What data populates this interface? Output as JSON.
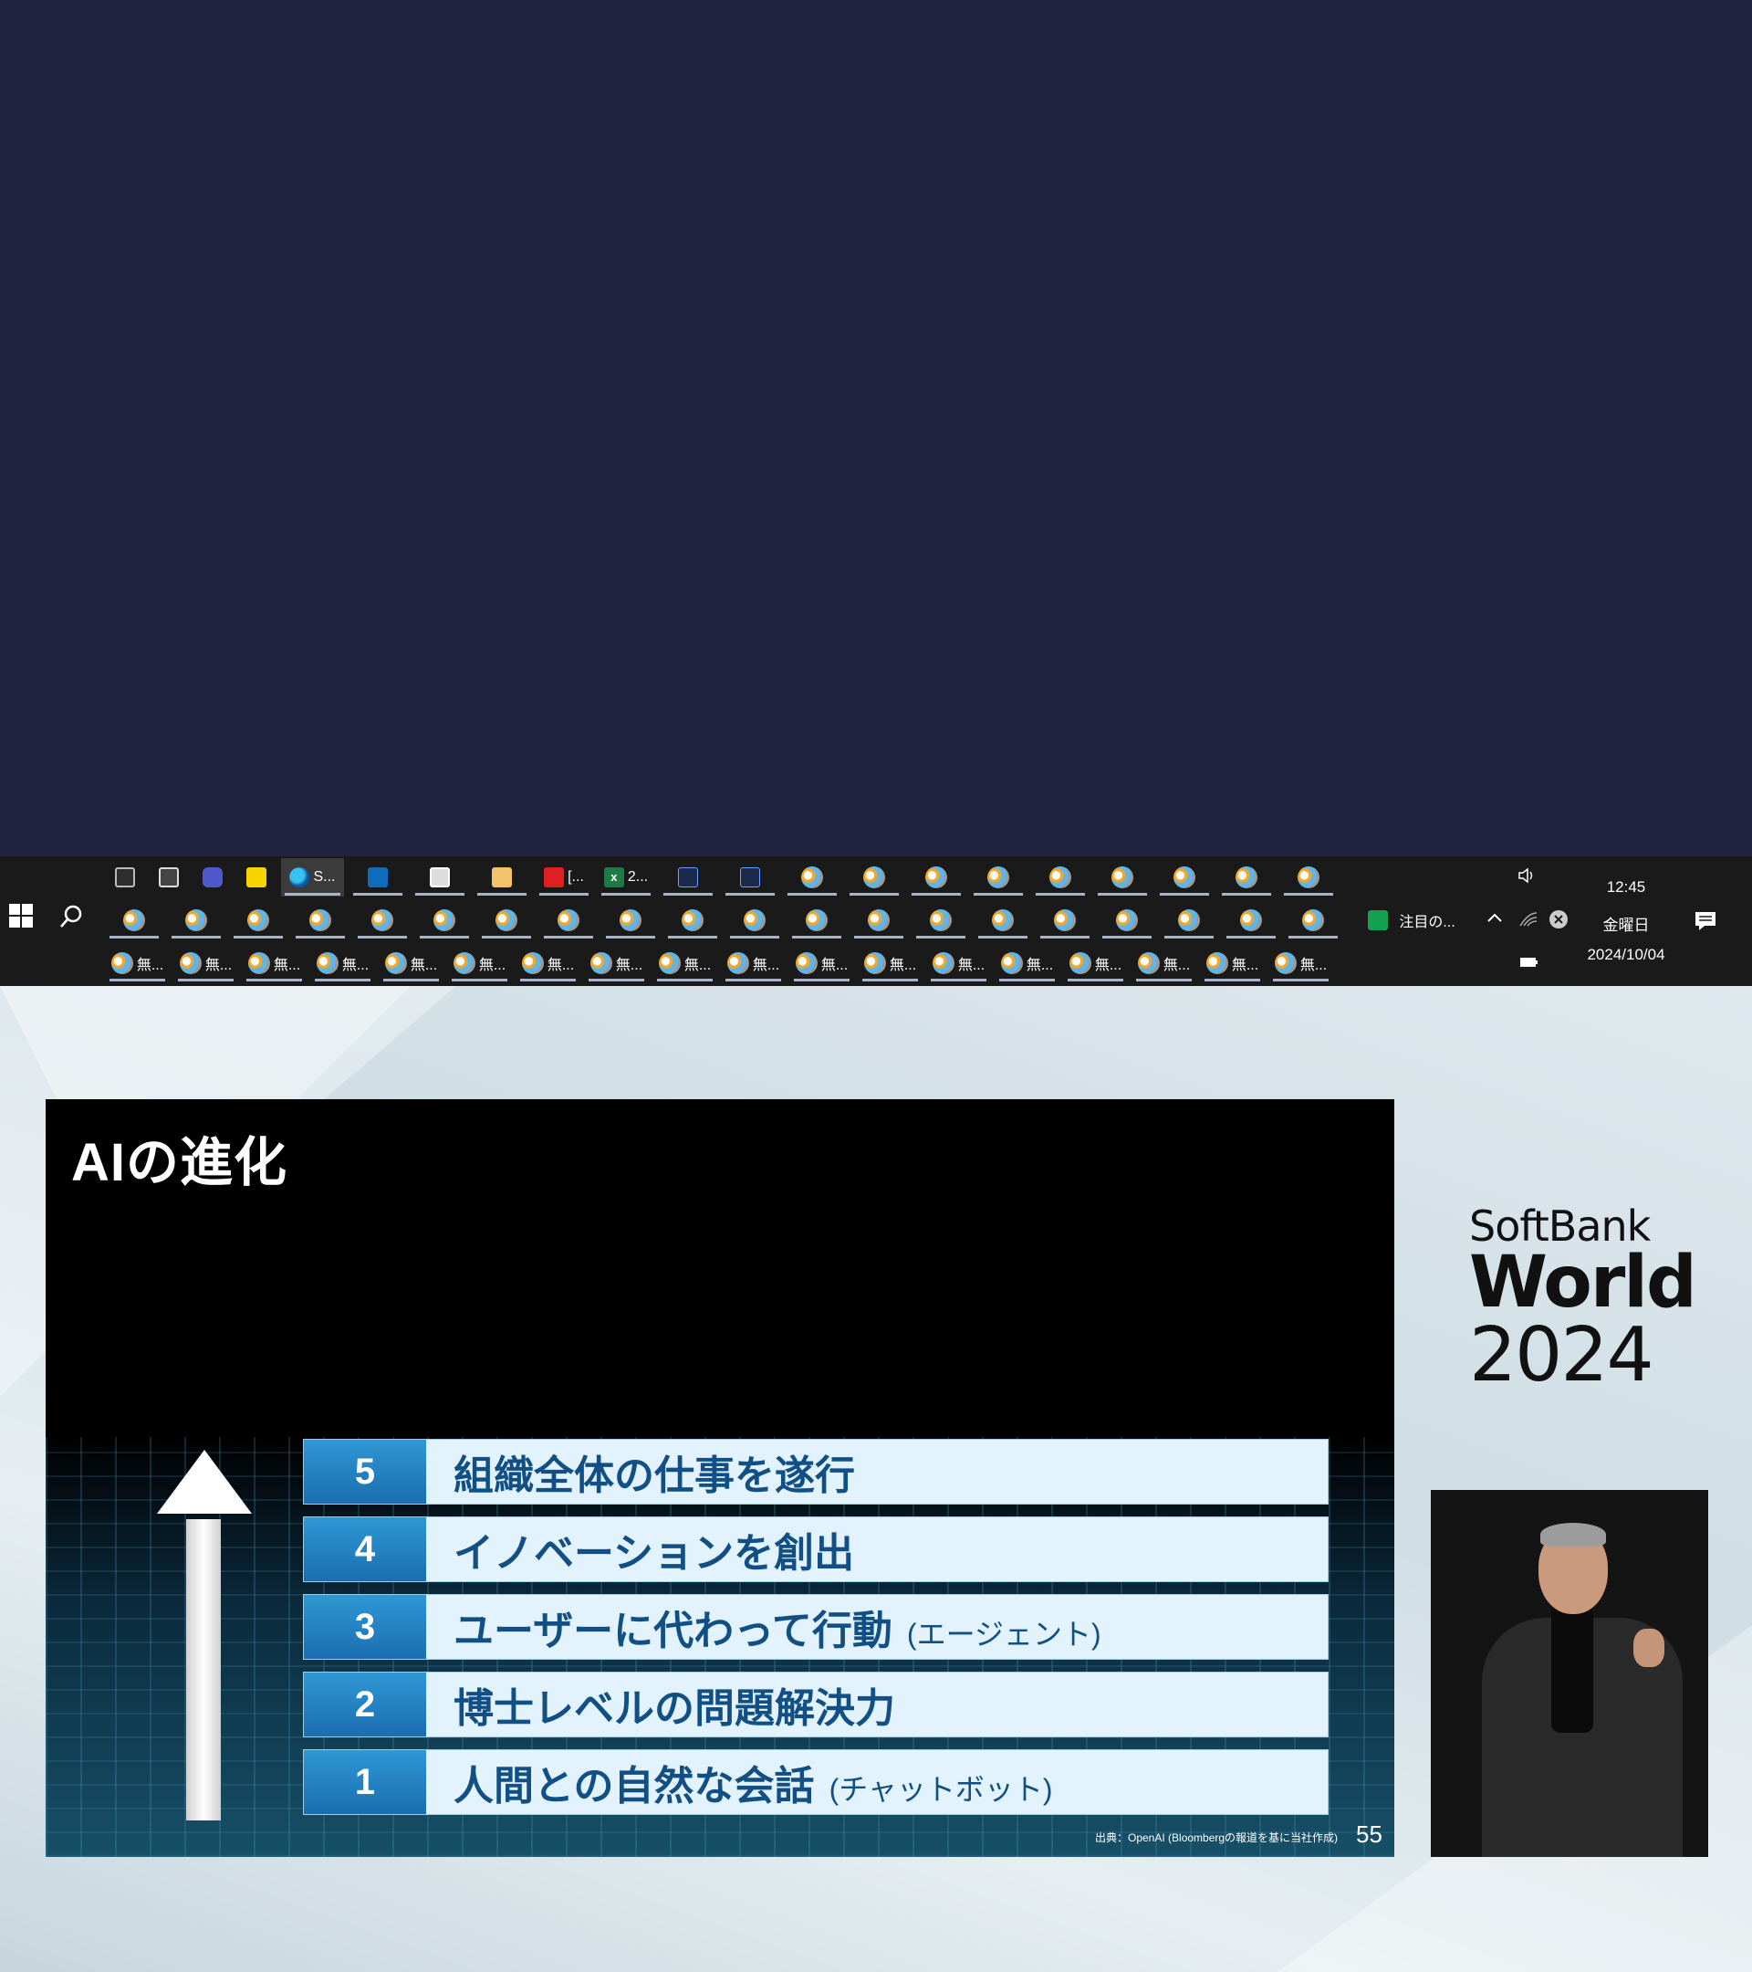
{
  "taskbar": {
    "row1": [
      {
        "icon": "cmd-icon",
        "label": ""
      },
      {
        "icon": "terminal-icon",
        "label": ""
      },
      {
        "icon": "teams-icon",
        "label": ""
      },
      {
        "icon": "sticky-notes-icon",
        "label": ""
      },
      {
        "icon": "edge-icon",
        "label": "S..."
      },
      {
        "icon": "outlook-icon",
        "label": ""
      },
      {
        "icon": "calendar-icon",
        "label": ""
      },
      {
        "icon": "mail-icon",
        "label": ""
      },
      {
        "icon": "pdf-icon",
        "label": "[..."
      },
      {
        "icon": "excel-icon",
        "label": "2..."
      },
      {
        "icon": "wave-app-icon",
        "label": ""
      },
      {
        "icon": "wave-app-icon",
        "label": ""
      }
    ],
    "paint_label": "無...",
    "focus_label": "注目の...",
    "clock": {
      "time": "12:45",
      "day": "金曜日",
      "date": "2024/10/04"
    }
  },
  "slide": {
    "title": "AIの進化",
    "levels": [
      {
        "num": "5",
        "text": "組織全体の仕事を遂行",
        "sub": ""
      },
      {
        "num": "4",
        "text": "イノベーションを創出",
        "sub": ""
      },
      {
        "num": "3",
        "text": "ユーザーに代わって行動",
        "sub": "(エージェント)"
      },
      {
        "num": "2",
        "text": "博士レベルの問題解決力",
        "sub": ""
      },
      {
        "num": "1",
        "text": "人間との自然な会話",
        "sub": "(チャットボット)"
      }
    ],
    "source": "出典：OpenAI (Bloombergの報道を基に当社作成)",
    "page": "55"
  },
  "brand": {
    "line1": "SoftBank",
    "line2": "World",
    "line3": "2024"
  }
}
